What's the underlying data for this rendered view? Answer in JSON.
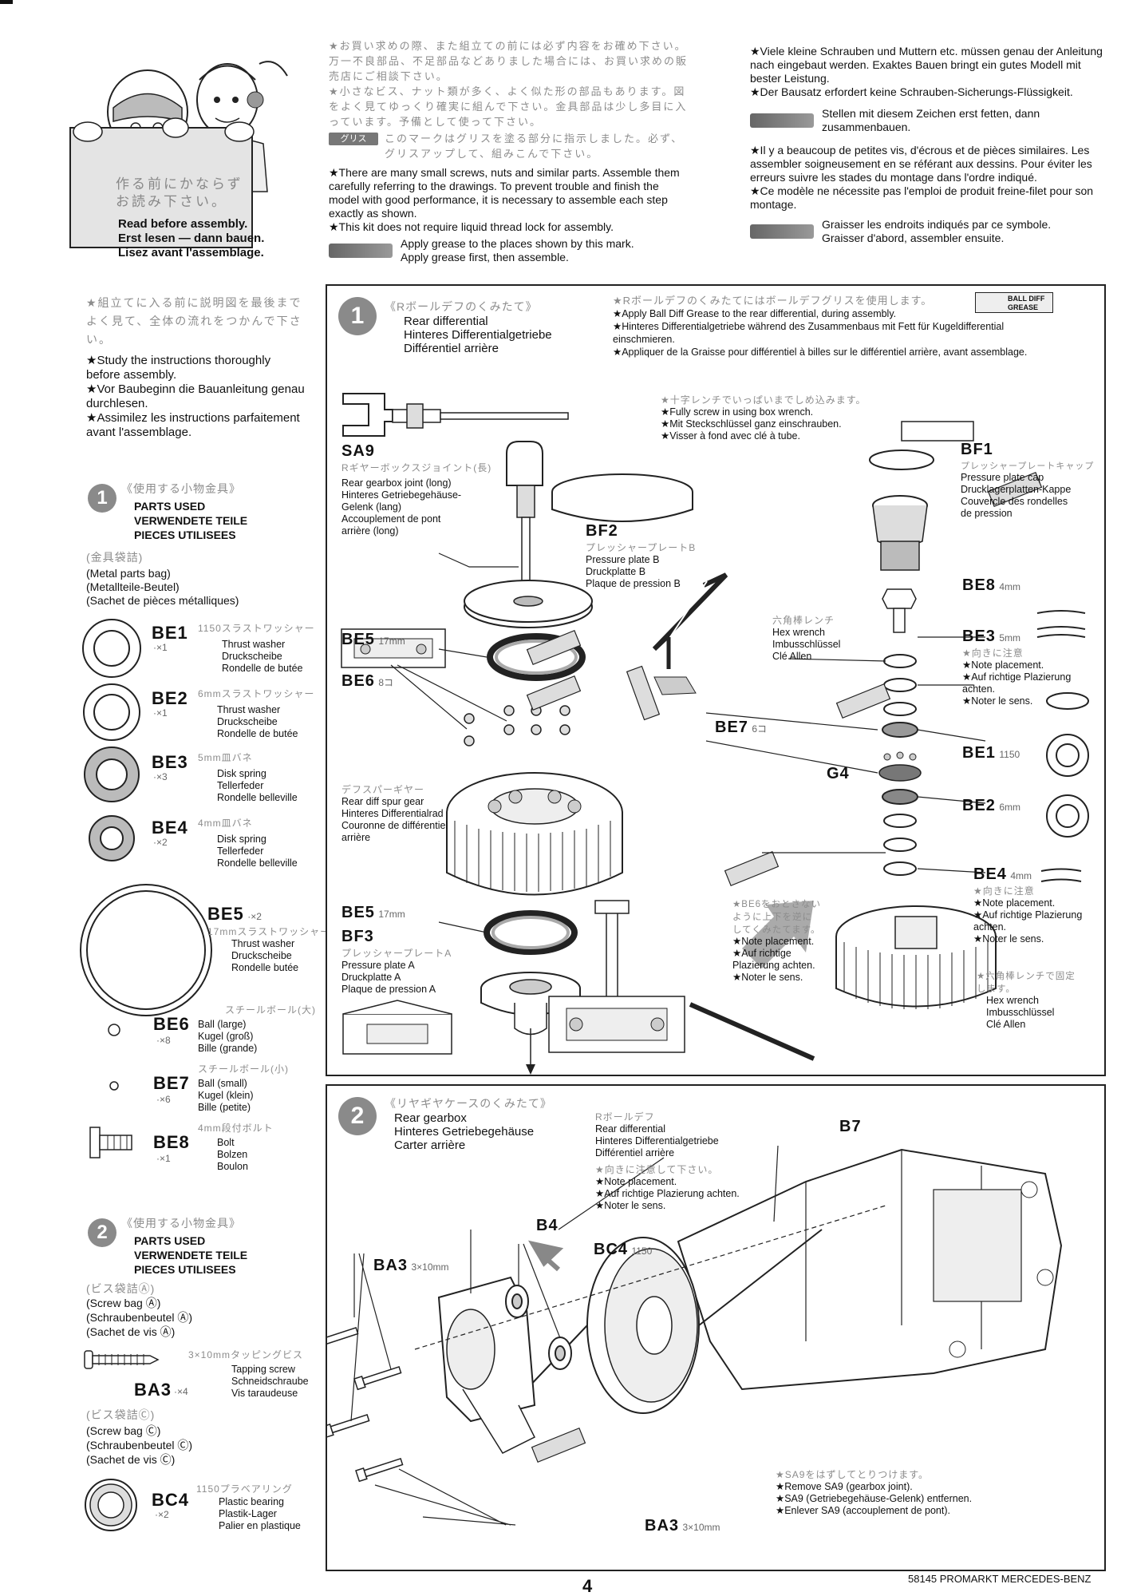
{
  "intro": {
    "sign_jp": "作る前にかならず\nお読み下さい。",
    "sign_en": "Read before assembly.",
    "sign_de": "Erst lesen — dann bauen.",
    "sign_fr": "Lisez avant l'assemblage.",
    "jp_notes": [
      "★お買い求めの際、また組立ての前には必ず内容をお確め下さい。万一不良部品、不足部品などありました場合には、お買い求めの販売店にご相談下さい。",
      "★小さなビス、ナット類が多く、よく似た形の部品もあります。図をよく見てゆっくり確実に組んで下さい。金具部品は少し多目に入っています。予備として使って下さい。",
      "このマークはグリスを塗る部分に指示しました。必ず、グリスアップして、組みこんで下さい。"
    ],
    "grease_label_jp": "グリス",
    "en_notes": [
      "★There are many small screws, nuts and similar parts. Assemble them carefully referring to the drawings. To prevent trouble and finish the model with good performance, it is necessary to assemble each step exactly as shown.",
      "★This kit does not require liquid thread lock for assembly."
    ],
    "en_grease": "Apply grease to the places shown by this mark.\nApply grease first, then assemble.",
    "de_notes": [
      "★Viele kleine Schrauben und Muttern etc. müssen genau der Anleitung nach eingebaut werden. Exaktes Bauen bringt ein gutes Modell mit bester Leistung.",
      "★Der Bausatz erfordert keine Schrauben-Sicherungs-Flüssigkeit."
    ],
    "de_grease": "Stellen mit diesem Zeichen erst fetten, dann\nzusammenbauen.",
    "fr_notes": [
      "★Il y a beaucoup de petites vis, d'écrous et de pièces similaires. Les assembler soigneusement en se référant aux dessins. Pour éviter les erreurs suivre les stades du montage dans l'ordre indiqué.",
      "★Ce modèle ne nécessite pas l'emploi de produit freine-filet pour son montage."
    ],
    "fr_grease": "Graisser les endroits indiqués par ce symbole.\nGraisser d'abord, assembler ensuite."
  },
  "sidebar": {
    "study_jp": "★組立てに入る前に説明図を最後までよく見て、全体の流れをつかんで下さい。",
    "study_en": "★Study the instructions thoroughly before assembly.",
    "study_de": "★Vor Baubeginn die Bauanleitung genau durchlesen.",
    "study_fr": "★Assimilez les instructions parfaitement avant l'assemblage.",
    "step1_parts": {
      "num": "1",
      "jp": "《使用する小物金具》",
      "title_en": "PARTS USED",
      "title_de": "VERWENDETE TEILE",
      "title_fr": "PIECES UTILISEES",
      "bag_jp": "(金具袋詰)",
      "bag_en": "(Metal parts bag)",
      "bag_de": "(Metallteile-Beutel)",
      "bag_fr": "(Sachet de pièces métalliques)",
      "items": [
        {
          "code": "BE1",
          "qty": "·×1",
          "jp": "1150スラストワッシャー",
          "desc": "Thrust washer\nDruckscheibe\nRondelle de butée"
        },
        {
          "code": "BE2",
          "qty": "·×1",
          "jp": "6mmスラストワッシャー",
          "desc": "Thrust washer\nDruckscheibe\nRondelle de butée"
        },
        {
          "code": "BE3",
          "qty": "·×3",
          "jp": "5mm皿バネ",
          "desc": "Disk spring\nTellerfeder\nRondelle belleville"
        },
        {
          "code": "BE4",
          "qty": "·×2",
          "jp": "4mm皿バネ",
          "desc": "Disk spring\nTellerfeder\nRondelle belleville"
        },
        {
          "code": "BE5",
          "qty": "·×2",
          "jp": "17mmスラストワッシャー",
          "desc": "Thrust washer\nDruckscheibe\nRondelle butée"
        },
        {
          "code": "BE6",
          "qty": "·×8",
          "jp": "スチールボール(大)",
          "desc": "Ball (large)\nKugel (groß)\nBille (grande)"
        },
        {
          "code": "BE7",
          "qty": "·×6",
          "jp": "スチールボール(小)",
          "desc": "Ball (small)\nKugel (klein)\nBille (petite)"
        },
        {
          "code": "BE8",
          "qty": "·×1",
          "jp": "4mm段付ボルト",
          "desc": "Bolt\nBolzen\nBoulon"
        }
      ]
    },
    "step2_parts": {
      "num": "2",
      "jp": "《使用する小物金具》",
      "title_en": "PARTS USED",
      "title_de": "VERWENDETE TEILE",
      "title_fr": "PIECES UTILISEES",
      "bag_a_jp": "(ビス袋詰Ⓐ)",
      "bag_a_en": "(Screw bag Ⓐ)",
      "bag_a_de": "(Schraubenbeutel Ⓐ)",
      "bag_a_fr": "(Sachet de vis Ⓐ)",
      "ba3_jp": "3×10mmタッピングビス",
      "ba3_desc": "Tapping screw\nSchneidschraube\nVis taraudeuse",
      "ba3_code": "BA3",
      "ba3_qty": "·×4",
      "bag_c_jp": "(ビス袋詰Ⓒ)",
      "bag_c_en": "(Screw bag Ⓒ)",
      "bag_c_de": "(Schraubenbeutel Ⓒ)",
      "bag_c_fr": "(Sachet de vis Ⓒ)",
      "bc4_jp": "1150プラベアリング",
      "bc4_desc": "Plastic bearing\nPlastik-Lager\nPalier en plastique",
      "bc4_code": "BC4",
      "bc4_qty": "·×2"
    }
  },
  "step1": {
    "num": "1",
    "jp": "《Rボールデフのくみたて》",
    "title_en": "Rear differential",
    "title_de": "Hinteres Differentialgetriebe",
    "title_fr": "Différentiel arrière",
    "grease_jp": "★Rボールデフのくみたてにはボールデフグリスを使用します。",
    "grease_en": "★Apply Ball Diff Grease to the rear differential, during assembly.",
    "grease_de": "★Hinteres Differentialgetriebe während des Zusammenbaus mit Fett für Kugeldifferential einschmieren.",
    "grease_fr": "★Appliquer de la Graisse pour différentiel à billes sur le différentiel arrière, avant assemblage.",
    "tube_label": "BALL DIFF GREASE",
    "sa9": {
      "code": "SA9",
      "jp": "Rギヤーボックスジョイント(長)",
      "desc": "Rear gearbox joint (long)\nHinteres Getriebegehäuse-\nGelenk (lang)\nAccouplement de pont\narrière (long)"
    },
    "bf2": {
      "code": "BF2",
      "jp": "プレッシャープレートB",
      "desc": "Pressure plate B\nDruckplatte B\nPlaque de pression B"
    },
    "bf1": {
      "code": "BF1",
      "jp": "プレッシャープレートキャップ",
      "desc": "Pressure plate cap\nDrucklagerplatten-Kappe\nCouvercle des rondelles\nde pression"
    },
    "bf3": {
      "code": "BF3",
      "jp": "プレッシャープレートA",
      "desc": "Pressure plate A\nDruckplatte A\nPlaque de pression A"
    },
    "box_wrench_jp": "★十字レンチでいっぱいまでしめ込みます。",
    "box_wrench_en": "★Fully screw in using box wrench.",
    "box_wrench_de": "★Mit Steckschlüssel ganz einschrauben.",
    "box_wrench_fr": "★Visser à fond avec clé à tube.",
    "hex_jp": "六角棒レンチ",
    "hex_desc": "Hex wrench\nImbusschlüssel\nClé Allen",
    "spur_jp": "デフスパーギヤー",
    "spur_desc": "Rear diff spur gear\nHinteres Differentialrad\nCouronne de différentiel\narrière",
    "be5_top": "BE5",
    "be5_top_size": "17mm",
    "be6": "BE6",
    "be6_qty": "8コ",
    "be5_bottom": "BE5",
    "be5_bottom_size": "17mm",
    "be8": "BE8",
    "be8_size": "4mm",
    "be3": "BE3",
    "be3_size": "5mm",
    "be3_note_jp": "★向きに注意",
    "be3_note": "★Note placement.\n★Auf richtige Plazierung\nachten.\n★Noter le sens.",
    "be7": "BE7",
    "be7_qty": "6コ",
    "be1": "BE1",
    "be1_size": "1150",
    "g4": "G4",
    "be2": "BE2",
    "be2_size": "6mm",
    "be4": "BE4",
    "be4_size": "4mm",
    "be4_note_jp": "★向きに注意",
    "be4_note": "★Note placement.\n★Auf richtige Plazierung\nachten.\n★Noter le sens.",
    "be6_note_jp": "★BE6をおとさない\nように上下を逆に\nしてくみたてます。",
    "be6_note": "★Note placement.\n★Auf richtige\nPlazierung achten.\n★Noter le sens.",
    "hex_fix_jp": "★六角棒レンチで固定\nします。",
    "hex_fix_desc": "Hex wrench\nImbusschlüssel\nClé Allen"
  },
  "step2": {
    "num": "2",
    "jp": "《リヤギヤケースのくみたて》",
    "title_en": "Rear gearbox",
    "title_de": "Hinteres Getriebegehäuse",
    "title_fr": "Carter arrière",
    "diff_jp": "Rボールデフ",
    "diff_desc": "Rear differential\nHinteres Differentialgetriebe\nDifférentiel arrière",
    "note_jp": "★向きに注意して下さい。",
    "note": "★Note placement.\n★Auf richtige Plazierung achten.\n★Noter le sens.",
    "b7": "B7",
    "b4": "B4",
    "bc4": "BC4",
    "bc4_size": "1150",
    "ba3_top": "BA3",
    "ba3_top_size": "3×10mm",
    "ba3_bottom": "BA3",
    "ba3_bottom_size": "3×10mm",
    "sa9_jp": "★SA9をはずしてとりつけます。",
    "sa9_note": "★Remove SA9 (gearbox joint).\n★SA9 (Getriebegehäuse-Gelenk) entfernen.\n★Enlever SA9 (accouplement de pont)."
  },
  "footer": {
    "page": "4",
    "model": "58145 PROMARKT MERCEDES-BENZ"
  }
}
